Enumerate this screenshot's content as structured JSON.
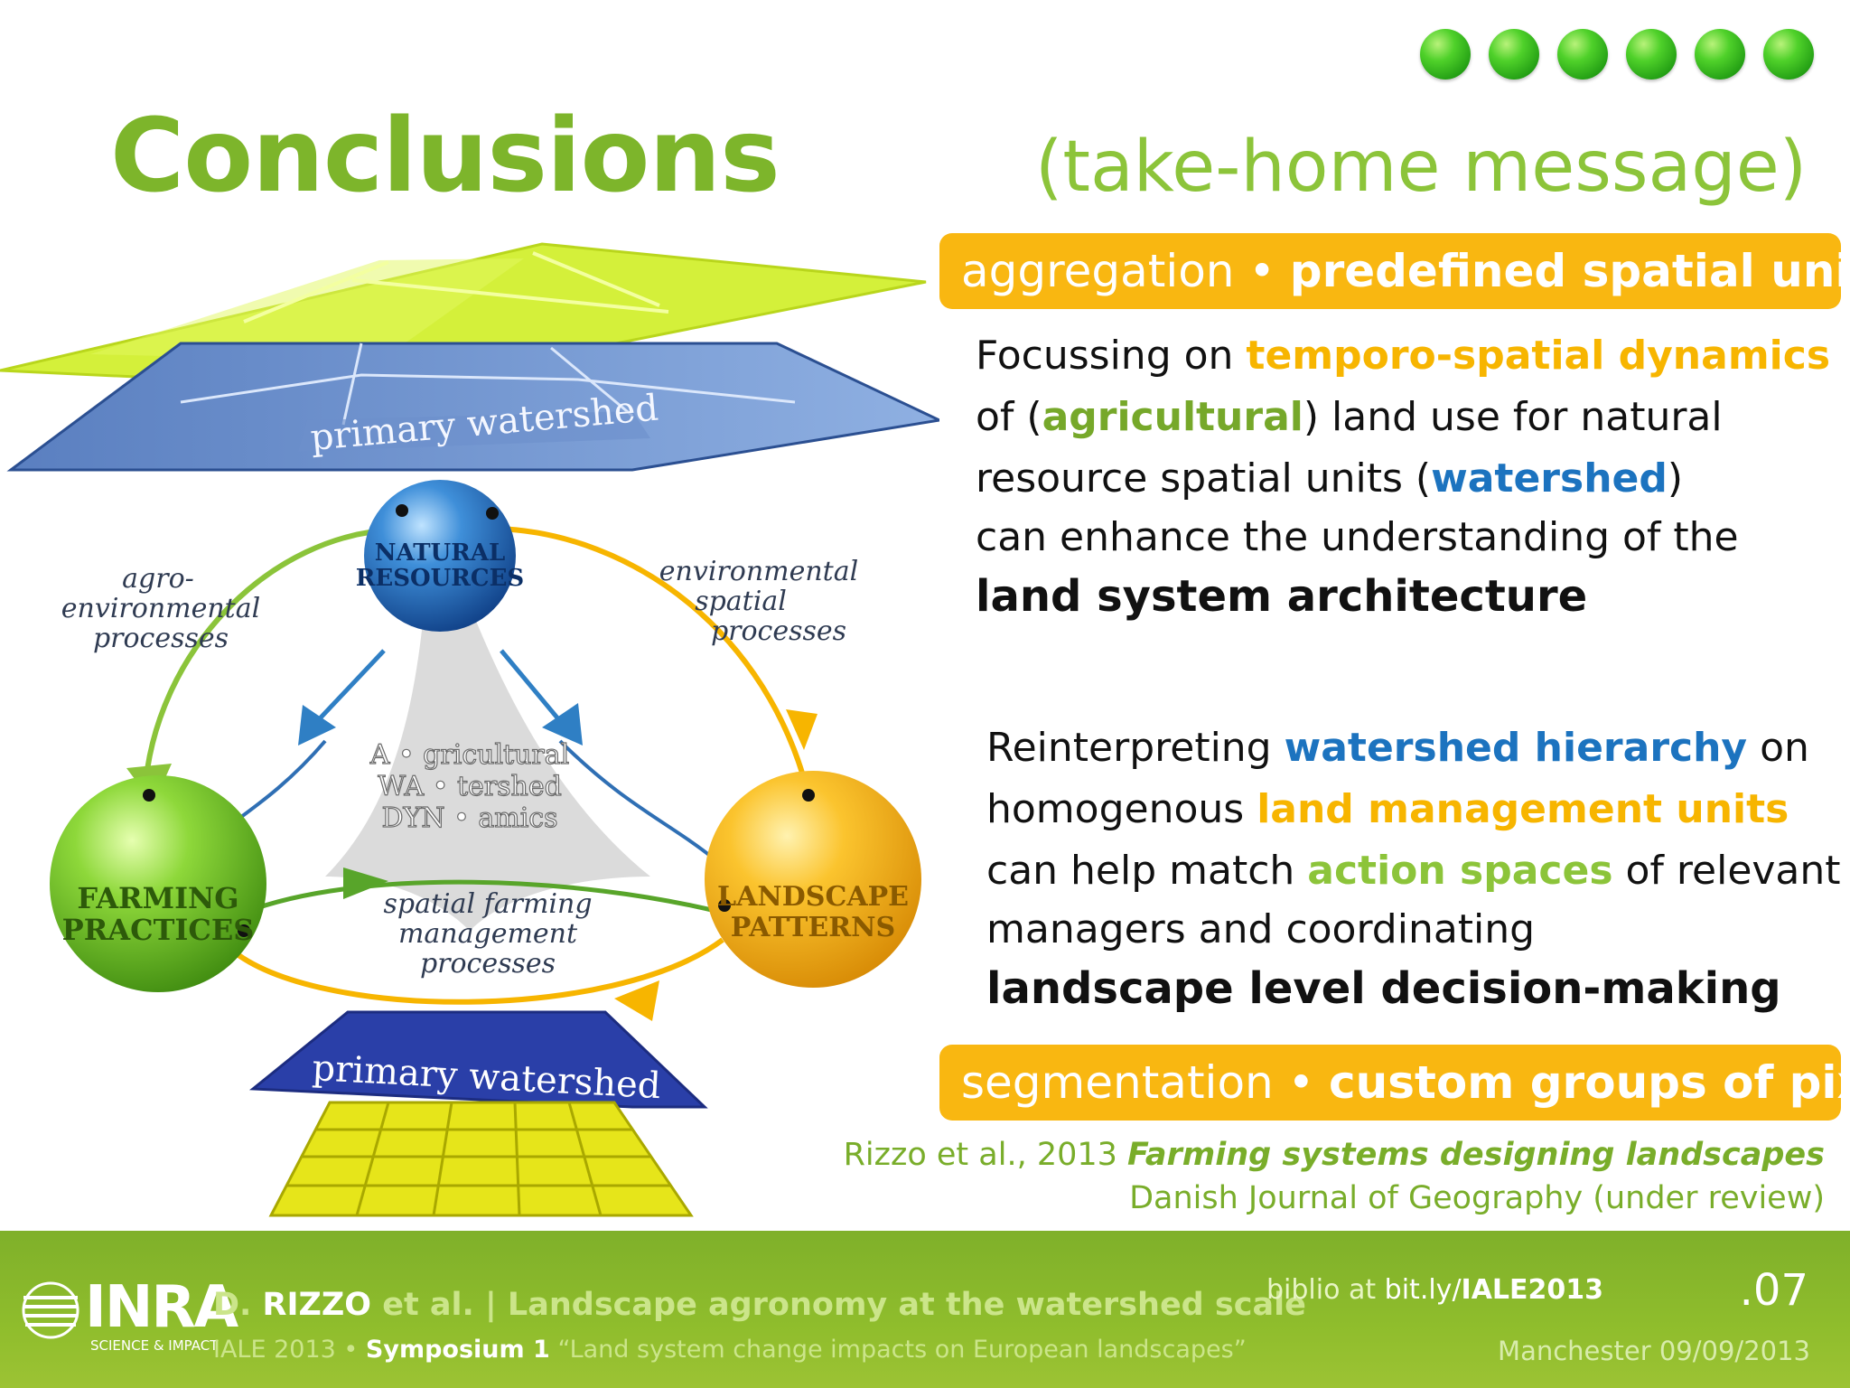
{
  "slide": {
    "title": "Conclusions",
    "subtitle": "(take-home message)",
    "slide_number": ".07"
  },
  "progress_dots": {
    "count": 6,
    "color": "#3cc51e"
  },
  "banner_top": {
    "part1": "aggregation • ",
    "part2": "predefined spatial units"
  },
  "banner_bottom": {
    "part1": "segmentation • ",
    "part2": "custom groups of pixels"
  },
  "paragraph1": {
    "t1": "Focussing on ",
    "h1": "temporo-spatial dynamics",
    "t2": "of (",
    "h2": "agricultural",
    "t3": ") land use for natural",
    "t4": "resource spatial units (",
    "h3": "watershed",
    "t5": ")",
    "t6": "can enhance the understanding of the",
    "h4": "land system architecture"
  },
  "paragraph2": {
    "t1": "Reinterpreting ",
    "h1": "watershed hierarchy",
    "t2": " on",
    "t3": "homogenous ",
    "h2": "land management units",
    "t4": "can help match ",
    "h3": "action spaces",
    "t5": " of relevant",
    "t6": "managers and coordinating",
    "h4": "landscape level decision-making"
  },
  "citation": {
    "authors": "Rizzo et al., 2013 ",
    "title": "Farming systems designing landscapes",
    "journal": "Danish Journal of Geography (under review)"
  },
  "diagram": {
    "top_plane_label": "primary watershed",
    "bottom_plane_label": "primary watershed",
    "node_natural": [
      "NATURAL",
      "RESOURCES"
    ],
    "node_farming": [
      "FARMING",
      "PRACTICES"
    ],
    "node_landscape": [
      "LANDSCAPE",
      "PATTERNS"
    ],
    "label_left": [
      "agro-",
      "environmental",
      "processes"
    ],
    "label_right": [
      "environmental",
      "spatial",
      "processes"
    ],
    "label_bottom": [
      "spatial farming",
      "management",
      "processes"
    ],
    "center": [
      "A • gricultural",
      "WA • tershed",
      "DYN • amics"
    ]
  },
  "footer": {
    "logo_text": "INRA",
    "logo_sub": "SCIENCE & IMPACT",
    "presenter_initial": "D. ",
    "presenter_name": "RIZZO",
    "presenter_rest": " et al. | Landscape agronomy at the watershed scale",
    "event": "IALE 2013 • ",
    "symposium": "Symposium 1",
    "symposium_title": " “Land system change impacts on European landscapes”",
    "biblio_label": "biblio at ",
    "biblio_link_pre": "bit.ly/",
    "biblio_link_bold": "IALE2013",
    "venue_date": "Manchester 09/09/2013"
  }
}
